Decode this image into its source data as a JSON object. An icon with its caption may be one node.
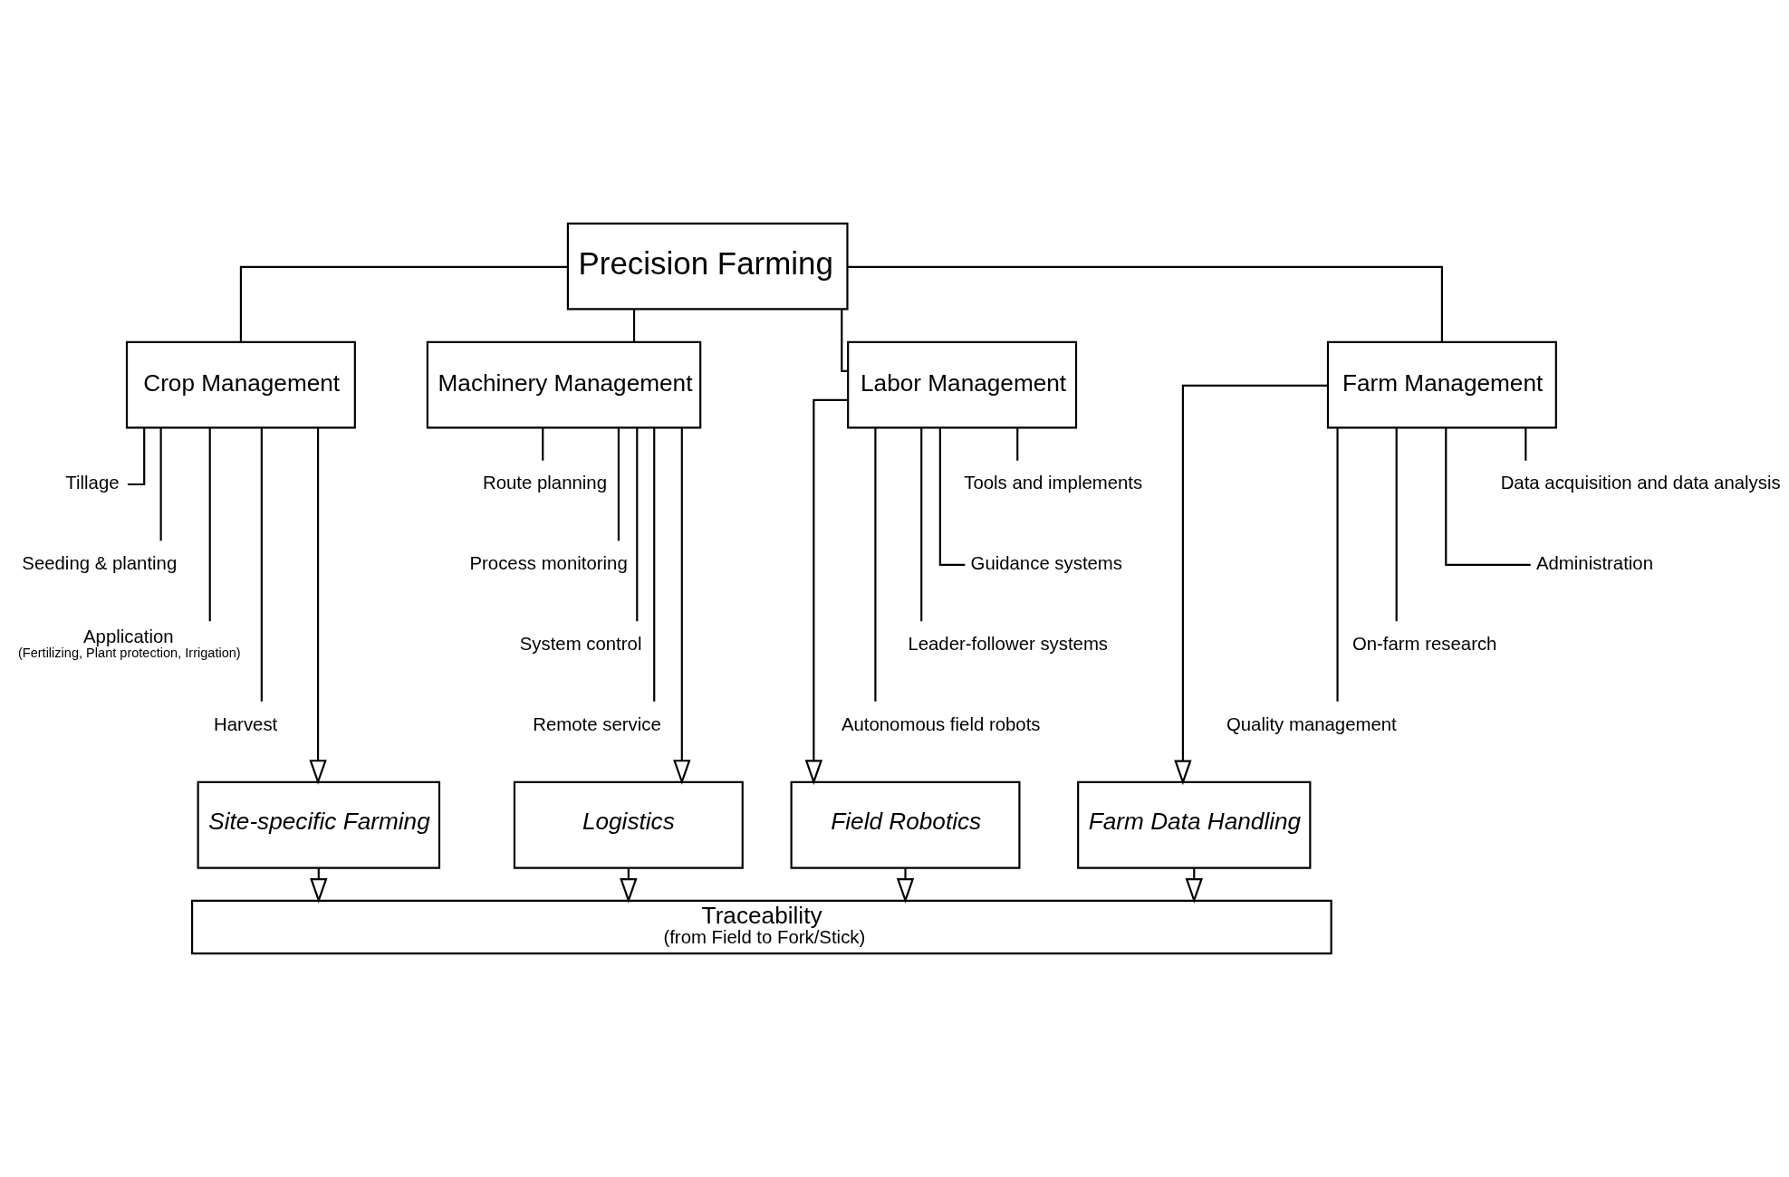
{
  "diagram": {
    "nodes": [
      {
        "text": [
          "Precision Farming"
        ]
      },
      {
        "text": [
          "Crop Management"
        ]
      },
      {
        "text": [
          "Machinery Management"
        ]
      },
      {
        "text": [
          "Labor Management"
        ]
      },
      {
        "text": [
          "Farm Management"
        ]
      },
      {
        "text": [
          "Tillage"
        ]
      },
      {
        "text": [
          "Seeding & planting"
        ]
      },
      {
        "text": [
          "Application",
          "(Fertilizing, Plant protection, Irrigation)"
        ]
      },
      {
        "text": [
          "Harvest"
        ]
      },
      {
        "text": [
          "Route planning"
        ]
      },
      {
        "text": [
          "Process monitoring"
        ]
      },
      {
        "text": [
          "System control"
        ]
      },
      {
        "text": [
          "Remote service"
        ]
      },
      {
        "text": [
          "Tools and implements"
        ]
      },
      {
        "text": [
          "Guidance systems"
        ]
      },
      {
        "text": [
          "Leader-follower systems"
        ]
      },
      {
        "text": [
          "Autonomous field robots"
        ]
      },
      {
        "text": [
          "Data acquisition and data analysis"
        ]
      },
      {
        "text": [
          "Administration"
        ]
      },
      {
        "text": [
          "On-farm research"
        ]
      },
      {
        "text": [
          "Quality management"
        ]
      },
      {
        "text": [
          "Site-specific Farming"
        ]
      },
      {
        "text": [
          "Logistics"
        ]
      },
      {
        "text": [
          "Field Robotics"
        ]
      },
      {
        "text": [
          "Farm Data Handling"
        ]
      },
      {
        "text": [
          "Traceability",
          "(from Field to Fork/Stick)"
        ]
      }
    ],
    "edges": [
      {
        "from": 0,
        "to": 1,
        "arrow": "none"
      },
      {
        "from": 0,
        "to": 2,
        "arrow": "none"
      },
      {
        "from": 0,
        "to": 3,
        "arrow": "none"
      },
      {
        "from": 0,
        "to": 4,
        "arrow": "none"
      },
      {
        "from": 1,
        "to": 5,
        "arrow": "none"
      },
      {
        "from": 1,
        "to": 6,
        "arrow": "none"
      },
      {
        "from": 1,
        "to": 7,
        "arrow": "none"
      },
      {
        "from": 1,
        "to": 8,
        "arrow": "none"
      },
      {
        "from": 2,
        "to": 9,
        "arrow": "none"
      },
      {
        "from": 2,
        "to": 10,
        "arrow": "none"
      },
      {
        "from": 2,
        "to": 11,
        "arrow": "none"
      },
      {
        "from": 2,
        "to": 12,
        "arrow": "none"
      },
      {
        "from": 3,
        "to": 13,
        "arrow": "none"
      },
      {
        "from": 3,
        "to": 14,
        "arrow": "none"
      },
      {
        "from": 3,
        "to": 15,
        "arrow": "none"
      },
      {
        "from": 3,
        "to": 16,
        "arrow": "none"
      },
      {
        "from": 4,
        "to": 17,
        "arrow": "none"
      },
      {
        "from": 4,
        "to": 18,
        "arrow": "none"
      },
      {
        "from": 4,
        "to": 19,
        "arrow": "none"
      },
      {
        "from": 4,
        "to": 20,
        "arrow": "none"
      },
      {
        "from": 1,
        "to": 21,
        "arrow": "to"
      },
      {
        "from": 2,
        "to": 22,
        "arrow": "to"
      },
      {
        "from": 3,
        "to": 23,
        "arrow": "to"
      },
      {
        "from": 4,
        "to": 24,
        "arrow": "to"
      },
      {
        "from": 21,
        "to": 25,
        "arrow": "to"
      },
      {
        "from": 22,
        "to": 25,
        "arrow": "to"
      },
      {
        "from": 23,
        "to": 25,
        "arrow": "to"
      },
      {
        "from": 24,
        "to": 25,
        "arrow": "to"
      }
    ]
  }
}
